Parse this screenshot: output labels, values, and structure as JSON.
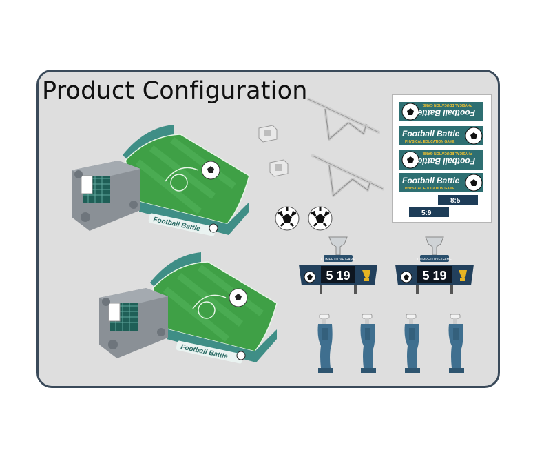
{
  "title": "Product Configuration",
  "colors": {
    "panel_bg": "#dedede",
    "panel_border": "#3a4a5a",
    "field_green": "#3fa046",
    "frame_teal": "#3f8e86",
    "goal_grey": "#8a9096",
    "handle_blue": "#3f6f8f"
  },
  "board_label": "Football Battle",
  "sticker_sheet": {
    "banners": [
      {
        "title": "Football Battle",
        "subtitle": "PHYSICAL EDUCATION GAME",
        "flipped": true
      },
      {
        "title": "Football Battle",
        "subtitle": "PHYSICAL EDUCATION GAME",
        "flipped": false
      },
      {
        "title": "Football Battle",
        "subtitle": "PHYSICAL EDUCATION GAME",
        "flipped": true
      },
      {
        "title": "Football Battle",
        "subtitle": "PHYSICAL EDUCATION GAME",
        "flipped": false
      }
    ],
    "mini_score_top": "8:5",
    "mini_score_bottom": "5:9"
  },
  "scoreboards": [
    {
      "label": "COMPETITIVE GAME",
      "score": "5 19"
    },
    {
      "label": "COMPETITIVE GAME",
      "score": "5 19"
    }
  ],
  "parts": {
    "clips_count": 2,
    "goal_frames_count": 2,
    "balls_count": 2,
    "handles_count": 4
  }
}
